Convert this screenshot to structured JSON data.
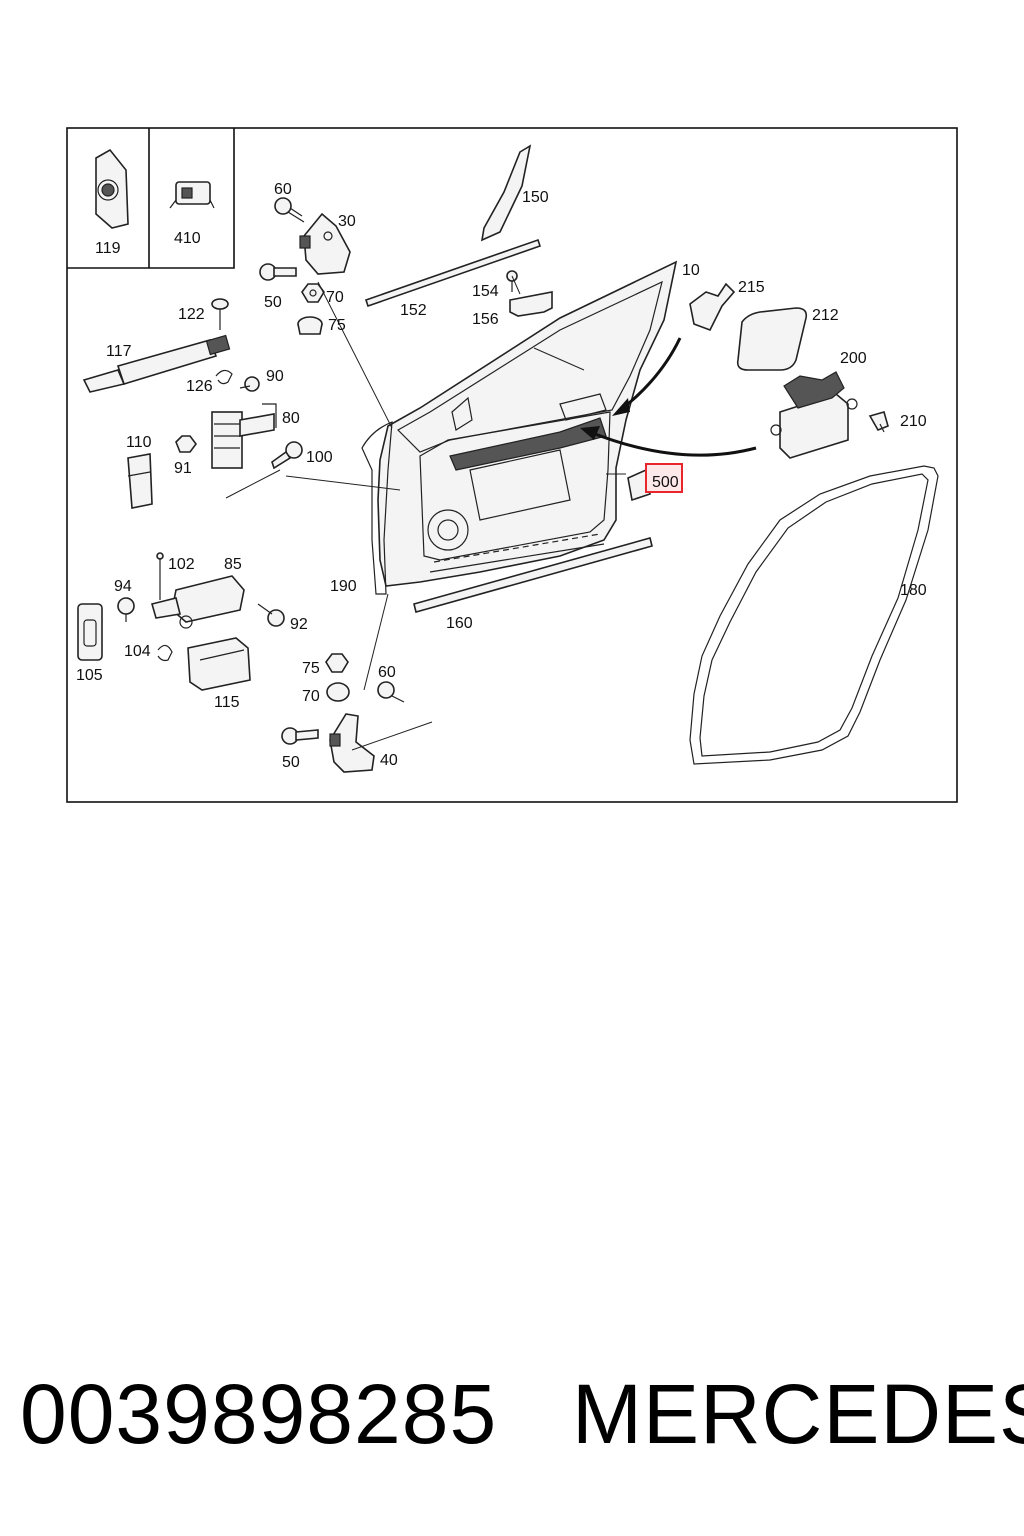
{
  "inset_labels": [
    "119",
    "410"
  ],
  "part_labels": {
    "p60_top": "60",
    "p30": "30",
    "p150": "150",
    "p10": "10",
    "p215": "215",
    "p212": "212",
    "p50_top": "50",
    "p70_top": "70",
    "p152": "152",
    "p154": "154",
    "p156": "156",
    "p75_top": "75",
    "p122": "122",
    "p117": "117",
    "p126": "126",
    "p90": "90",
    "p200": "200",
    "p210": "210",
    "p80": "80",
    "p110": "110",
    "p91": "91",
    "p100": "100",
    "p500": "500",
    "p180": "180",
    "p102": "102",
    "p85": "85",
    "p190": "190",
    "p94": "94",
    "p92": "92",
    "p160": "160",
    "p105": "105",
    "p104": "104",
    "p115": "115",
    "p75_bot": "75",
    "p70_bot": "70",
    "p60_bot": "60",
    "p50_bot": "50",
    "p40": "40"
  },
  "highlighted_part": "500",
  "highlight_color": "#e8262c",
  "caption": {
    "part_number": "0039898285",
    "brand": "MERCEDES"
  }
}
